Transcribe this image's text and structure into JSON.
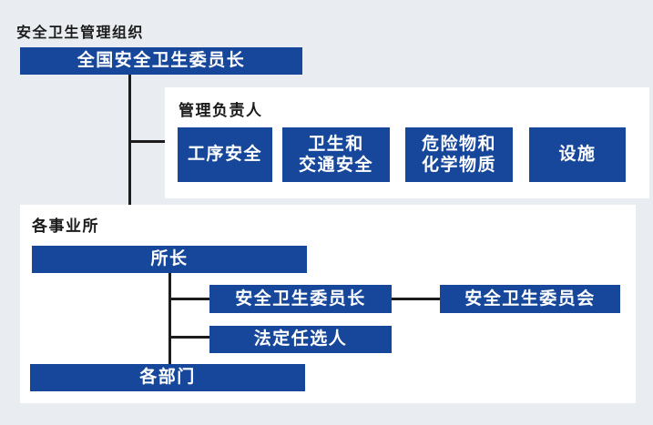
{
  "page": {
    "title": "安全卫生管理组织"
  },
  "colors": {
    "background": "#e9edf1",
    "panel": "#ffffff",
    "box_blue": "#17479b",
    "box_text": "#ffffff",
    "line": "#1c1c1c",
    "heading_text": "#1b1b1b"
  },
  "top_box": {
    "label": "全国安全卫生委员长"
  },
  "managers_panel": {
    "header": "管理负责人",
    "boxes": [
      {
        "label": "工序安全"
      },
      {
        "label": "卫生和\n交通安全"
      },
      {
        "label": "危险物和\n化学物质"
      },
      {
        "label": "设施"
      }
    ]
  },
  "sites_panel": {
    "header": "各事业所",
    "director": {
      "label": "所长"
    },
    "committee_chair": {
      "label": "安全卫生委员长"
    },
    "committee": {
      "label": "安全卫生委员会"
    },
    "statutory_appointee": {
      "label": "法定任选人"
    },
    "departments": {
      "label": "各部门"
    }
  }
}
